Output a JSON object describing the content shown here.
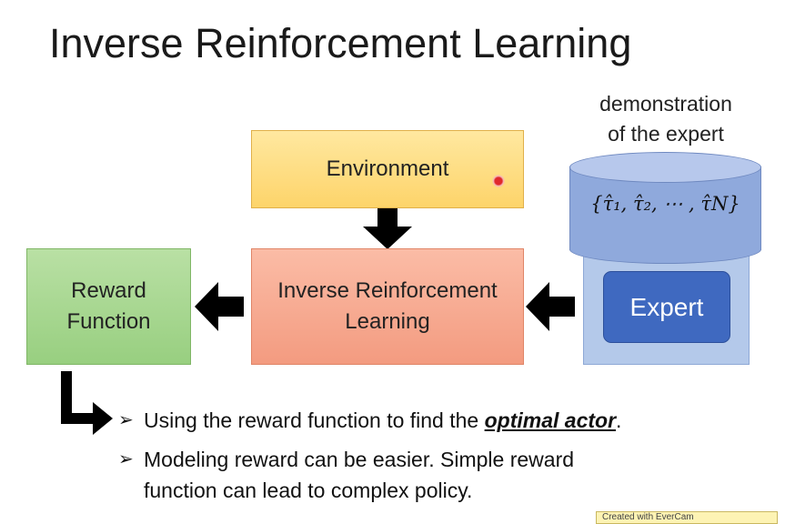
{
  "slide": {
    "title": "Inverse Reinforcement Learning"
  },
  "diagram": {
    "environment": "Environment",
    "irl_line1": "Inverse Reinforcement",
    "irl_line2": "Learning",
    "reward_line1": "Reward",
    "reward_line2": "Function",
    "demo_line1": "demonstration",
    "demo_line2": "of the expert",
    "trajectories": "{τ̂₁, τ̂₂, ⋯ , τ̂N}",
    "expert": "Expert"
  },
  "bullets": {
    "b1_prefix": "Using the reward function to find the ",
    "b1_emphasis": "optimal actor",
    "b1_suffix": ".",
    "b2_line1": "Modeling reward can be easier. Simple reward",
    "b2_line2": "function can lead to complex policy."
  },
  "watermark": "Created with EverCam",
  "colors": {
    "environment": "#fdd46a",
    "irl": "#f39b80",
    "reward": "#98cf80",
    "database": "#8fa9dc",
    "expert_button": "#3f69c0",
    "arrow": "#000000"
  },
  "icons": [
    "down-arrow-icon",
    "left-arrow-icon",
    "bent-arrow-icon",
    "bullet-arrow-icon",
    "database-cylinder-icon",
    "cursor-dot-icon"
  ]
}
